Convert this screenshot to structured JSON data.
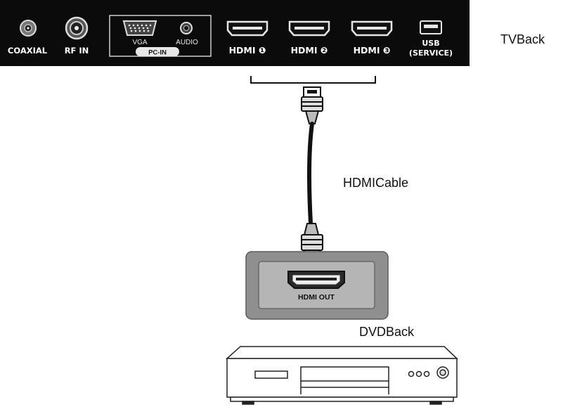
{
  "tv_panel": {
    "ports": {
      "coaxial": "COAXIAL",
      "rf_in": "RF IN",
      "vga": "VGA",
      "audio": "AUDIO",
      "pc_in": "PC-IN",
      "hdmi_1": "HDMI ❶",
      "hdmi_2": "HDMI ❷",
      "hdmi_3": "HDMI ❸",
      "usb_line1": "USB",
      "usb_line2": "(SERVICE)"
    }
  },
  "labels": {
    "tv_back": "TVBack",
    "hdmi_cable": "HDMICable",
    "dvd_back": "DVDBack"
  },
  "dvd_panel": {
    "hdmi_out": "HDMI OUT"
  },
  "colors": {
    "panel_black": "#0b0b0b",
    "dvd_panel_gray": "#8f8f8f",
    "dvd_inner_gray": "#b5b5b5"
  }
}
